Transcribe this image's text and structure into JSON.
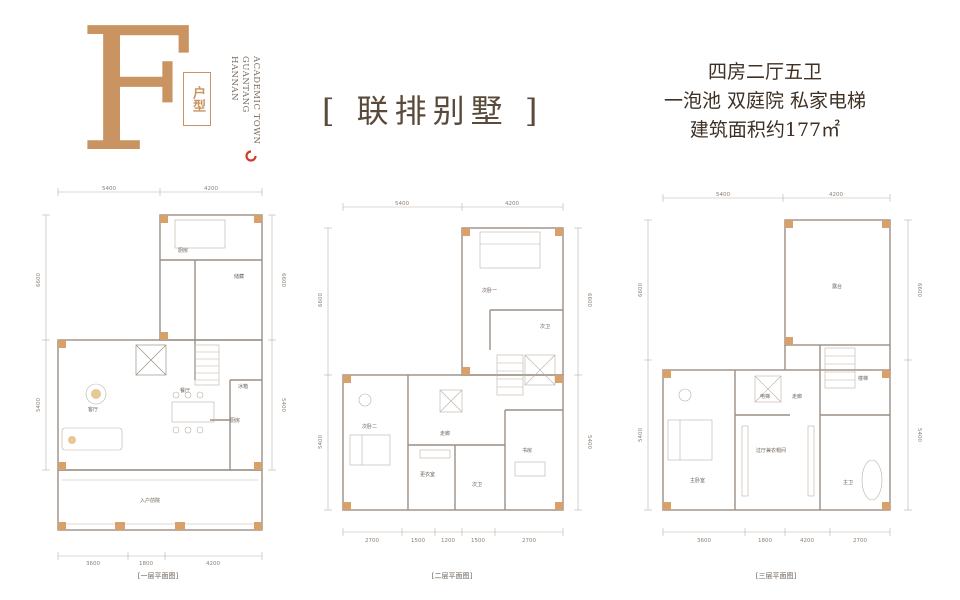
{
  "header": {
    "big_letter": "F",
    "type_label": "户型",
    "brand_lines": [
      "HANNAN",
      "GUANTANG",
      "ACADEMIC TOWN"
    ],
    "title": "[ 联排别墅 ]",
    "info_lines": [
      "四房二厅五卫",
      "一泡池 双庭院 私家电梯",
      "建筑面积约177㎡"
    ]
  },
  "colors": {
    "accent": "#c99461",
    "wall": "#d8a06a",
    "line": "#9a8f84",
    "text": "#8a6a45"
  },
  "floor1": {
    "caption": "[一层平面图]",
    "dims_top": [
      "5400",
      "4200"
    ],
    "dims_bottom": [
      "3600",
      "1800",
      "4200"
    ],
    "dims_left": [
      "6600",
      "5400"
    ],
    "dims_right": [
      "6600",
      "5400"
    ],
    "rooms": [
      "厨房",
      "客厅",
      "餐厅",
      "入户前院",
      "储藏",
      "冰箱",
      "厨房"
    ]
  },
  "floor2": {
    "caption": "[二层平面图]",
    "dims_top": [
      "5400",
      "4200"
    ],
    "dims_bottom": [
      "2700",
      "1500",
      "1200",
      "1500",
      "2700"
    ],
    "dims_left": [
      "6600",
      "5400"
    ],
    "dims_right": [
      "6600",
      "5400"
    ],
    "rooms": [
      "次卧一",
      "次卫",
      "次卧二",
      "走廊",
      "更衣室",
      "次卫",
      "书房"
    ]
  },
  "floor3": {
    "caption": "[三层平面图]",
    "dims_top": [
      "5400",
      "4200"
    ],
    "dims_bottom": [
      "3600",
      "1800",
      "4200",
      "2700"
    ],
    "dims_left": [
      "6600",
      "5400"
    ],
    "dims_right": [
      "6600",
      "5400"
    ],
    "rooms": [
      "露台",
      "楼梯",
      "电梯",
      "走廊",
      "主卧室",
      "过厅兼衣帽间",
      "主卫"
    ]
  }
}
